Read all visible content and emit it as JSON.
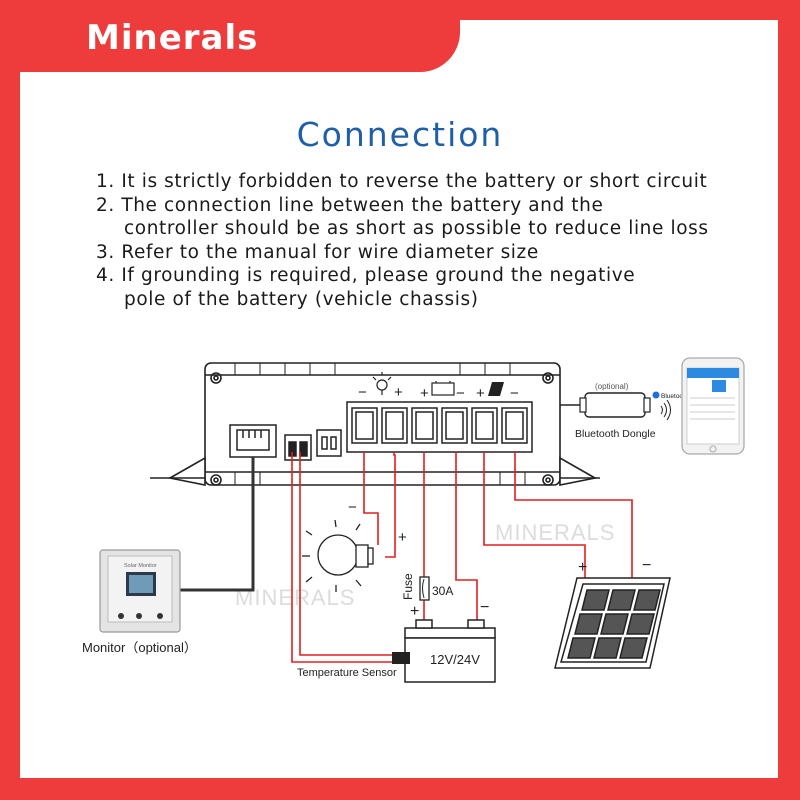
{
  "brand": {
    "logo_text": "Minerals"
  },
  "heading": {
    "title": "Connection"
  },
  "rules": [
    {
      "text": "1. It is strictly forbidden to reverse the battery or short circuit"
    },
    {
      "text": "2. The connection line between the battery and the",
      "cont": "controller should be as short as possible to reduce line loss"
    },
    {
      "text": "3. Refer to the manual for wire diameter size"
    },
    {
      "text": "4. If grounding is required, please ground the negative",
      "cont": "pole of the battery (vehicle chassis)"
    }
  ],
  "diagram": {
    "optional_tag": "(optional)",
    "bluetooth_label": "Bluetooth  Dongle",
    "bluetooth_brand": "Bluetooth",
    "monitor_label": "Monitor（optional）",
    "monitor_screen_title": "Solar Monitor",
    "temp_sensor_label": "Temperature Sensor",
    "battery_label": "12V/24V",
    "fuse_label": "Fuse",
    "fuse_rating": "30A",
    "watermark": "MINERALS",
    "plus": "+",
    "minus": "−"
  },
  "colors": {
    "brand_red": "#ee3b3b",
    "title_blue": "#1f5fa8",
    "wire_red": "#e02020",
    "line_black": "#222222"
  }
}
